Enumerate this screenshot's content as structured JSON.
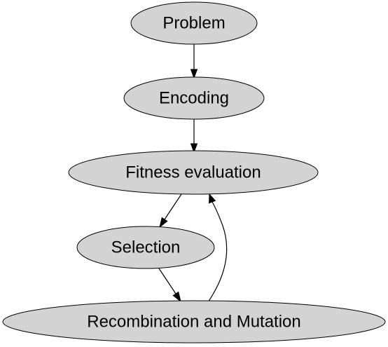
{
  "colors": {
    "node_fill": "#d3d3d3",
    "stroke": "#000000",
    "background": "#ffffff"
  },
  "nodes": {
    "problem": "Problem",
    "encoding": "Encoding",
    "fitness": "Fitness evaluation",
    "selection": "Selection",
    "recombination": "Recombination and Mutation"
  },
  "edges": [
    {
      "from": "problem",
      "to": "encoding"
    },
    {
      "from": "encoding",
      "to": "fitness"
    },
    {
      "from": "fitness",
      "to": "selection"
    },
    {
      "from": "selection",
      "to": "recombination"
    },
    {
      "from": "recombination",
      "to": "fitness"
    }
  ]
}
